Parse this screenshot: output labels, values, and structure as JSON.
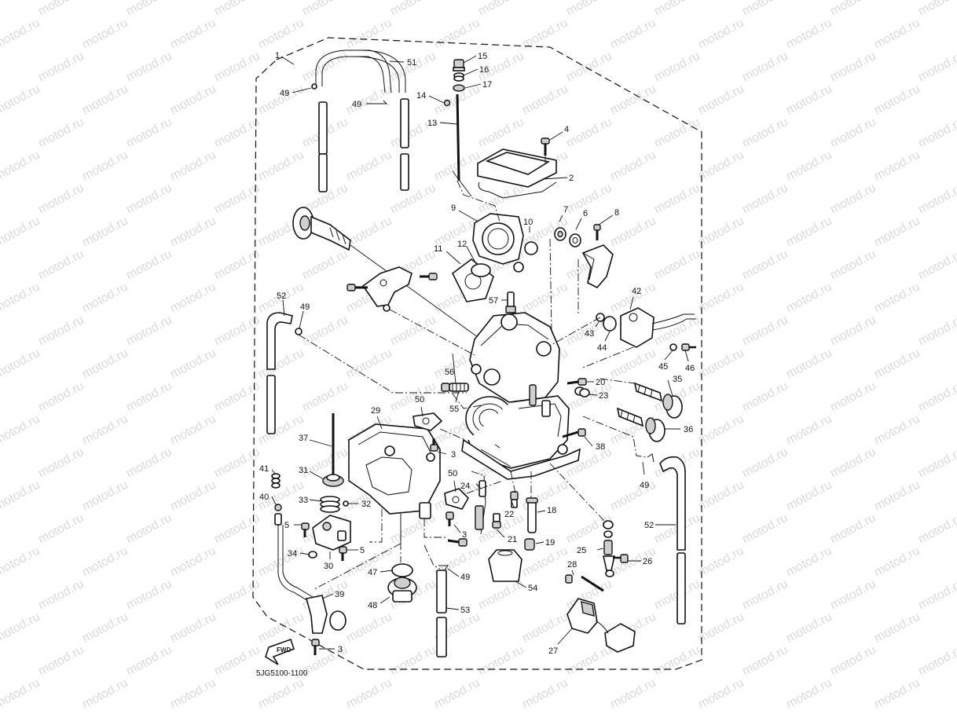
{
  "watermark": {
    "text": "motod.ru",
    "color": "#dadada"
  },
  "diagram": {
    "code": "5JG5100-1100",
    "fwd_mark": "FWD",
    "part_labels": [
      {
        "n": "1"
      },
      {
        "n": "51"
      },
      {
        "n": "15"
      },
      {
        "n": "16"
      },
      {
        "n": "17"
      },
      {
        "n": "14"
      },
      {
        "n": "49"
      },
      {
        "n": "49"
      },
      {
        "n": "13"
      },
      {
        "n": "4"
      },
      {
        "n": "2"
      },
      {
        "n": "9"
      },
      {
        "n": "7"
      },
      {
        "n": "6"
      },
      {
        "n": "8"
      },
      {
        "n": "10"
      },
      {
        "n": "11"
      },
      {
        "n": "12"
      },
      {
        "n": "52"
      },
      {
        "n": "49"
      },
      {
        "n": "57"
      },
      {
        "n": "42"
      },
      {
        "n": "43"
      },
      {
        "n": "44"
      },
      {
        "n": "45"
      },
      {
        "n": "46"
      },
      {
        "n": "56"
      },
      {
        "n": "55"
      },
      {
        "n": "20"
      },
      {
        "n": "23"
      },
      {
        "n": "35"
      },
      {
        "n": "50"
      },
      {
        "n": "29"
      },
      {
        "n": "36"
      },
      {
        "n": "37"
      },
      {
        "n": "3"
      },
      {
        "n": "38"
      },
      {
        "n": "41"
      },
      {
        "n": "31"
      },
      {
        "n": "50"
      },
      {
        "n": "24"
      },
      {
        "n": "49"
      },
      {
        "n": "40"
      },
      {
        "n": "33"
      },
      {
        "n": "32"
      },
      {
        "n": "22"
      },
      {
        "n": "18"
      },
      {
        "n": "52"
      },
      {
        "n": "5"
      },
      {
        "n": "3"
      },
      {
        "n": "21"
      },
      {
        "n": "19"
      },
      {
        "n": "25"
      },
      {
        "n": "34"
      },
      {
        "n": "30"
      },
      {
        "n": "5"
      },
      {
        "n": "26"
      },
      {
        "n": "47"
      },
      {
        "n": "49"
      },
      {
        "n": "54"
      },
      {
        "n": "28"
      },
      {
        "n": "39"
      },
      {
        "n": "48"
      },
      {
        "n": "53"
      },
      {
        "n": "27"
      },
      {
        "n": "3"
      }
    ]
  }
}
